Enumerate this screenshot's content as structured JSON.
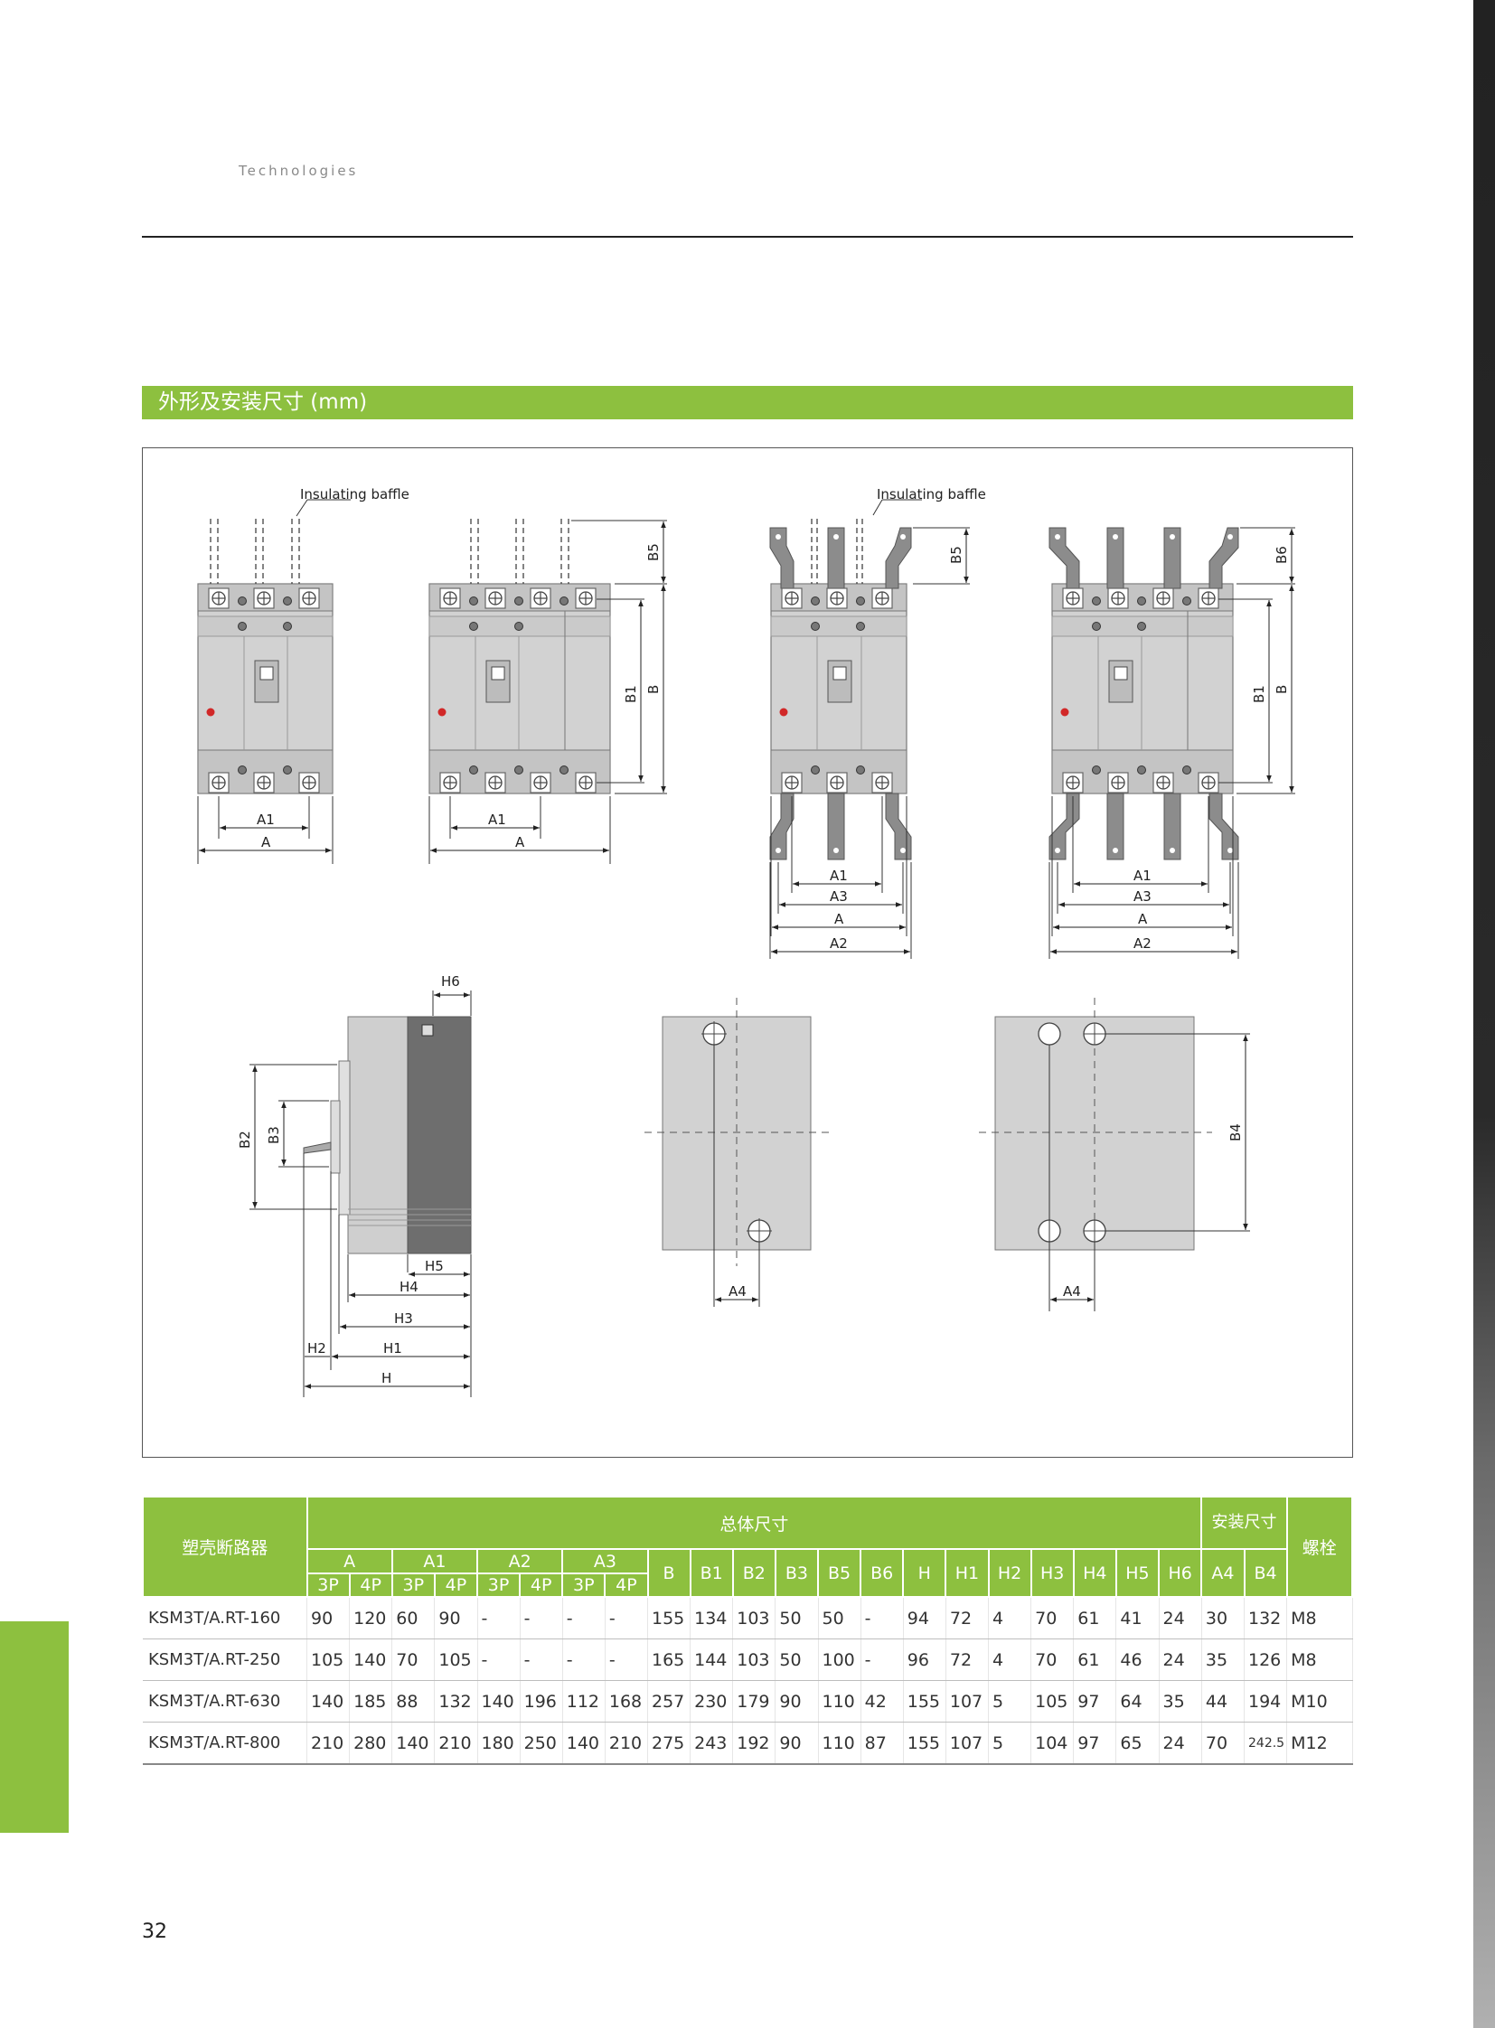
{
  "header": {
    "running_head": "Technologies"
  },
  "section": {
    "title": "外形及安装尺寸 (mm)"
  },
  "drawing": {
    "callout": "Insulating baffle",
    "labels": {
      "A": "A",
      "A1": "A1",
      "A2": "A2",
      "A3": "A3",
      "A4": "A4",
      "B": "B",
      "B1": "B1",
      "B2": "B2",
      "B3": "B3",
      "B4": "B4",
      "B5": "B5",
      "B6": "B6",
      "H": "H",
      "H1": "H1",
      "H2": "H2",
      "H3": "H3",
      "H4": "H4",
      "H5": "H5",
      "H6": "H6"
    }
  },
  "table": {
    "model_header": "塑壳断路器",
    "overall_header": "总体尺寸",
    "mount_header": "安装尺寸",
    "bolt_header": "螺栓",
    "pole_groups": [
      "A",
      "A1",
      "A2",
      "A3"
    ],
    "sub_poles": [
      "3P",
      "4P"
    ],
    "single_cols": [
      "B",
      "B1",
      "B2",
      "B3",
      "B5",
      "B6",
      "H",
      "H1",
      "H2",
      "H3",
      "H4",
      "H5",
      "H6"
    ],
    "mount_cols": [
      "A4",
      "B4"
    ],
    "rows": [
      [
        "KSM3T/A.RT-160",
        "90",
        "120",
        "60",
        "90",
        "-",
        "-",
        "-",
        "-",
        "155",
        "134",
        "103",
        "50",
        "50",
        "-",
        "94",
        "72",
        "4",
        "70",
        "61",
        "41",
        "24",
        "30",
        "132",
        "M8"
      ],
      [
        "KSM3T/A.RT-250",
        "105",
        "140",
        "70",
        "105",
        "-",
        "-",
        "-",
        "-",
        "165",
        "144",
        "103",
        "50",
        "100",
        "-",
        "96",
        "72",
        "4",
        "70",
        "61",
        "46",
        "24",
        "35",
        "126",
        "M8"
      ],
      [
        "KSM3T/A.RT-630",
        "140",
        "185",
        "88",
        "132",
        "140",
        "196",
        "112",
        "168",
        "257",
        "230",
        "179",
        "90",
        "110",
        "42",
        "155",
        "107",
        "5",
        "105",
        "97",
        "64",
        "35",
        "44",
        "194",
        "M10"
      ],
      [
        "KSM3T/A.RT-800",
        "210",
        "280",
        "140",
        "210",
        "180",
        "250",
        "140",
        "210",
        "275",
        "243",
        "192",
        "90",
        "110",
        "87",
        "155",
        "107",
        "5",
        "104",
        "97",
        "65",
        "24",
        "70",
        "242.5",
        "M12"
      ]
    ]
  },
  "page_number": "32",
  "colors": {
    "accent": "#8dc03f",
    "rule": "#222222",
    "frame": "#555555"
  }
}
